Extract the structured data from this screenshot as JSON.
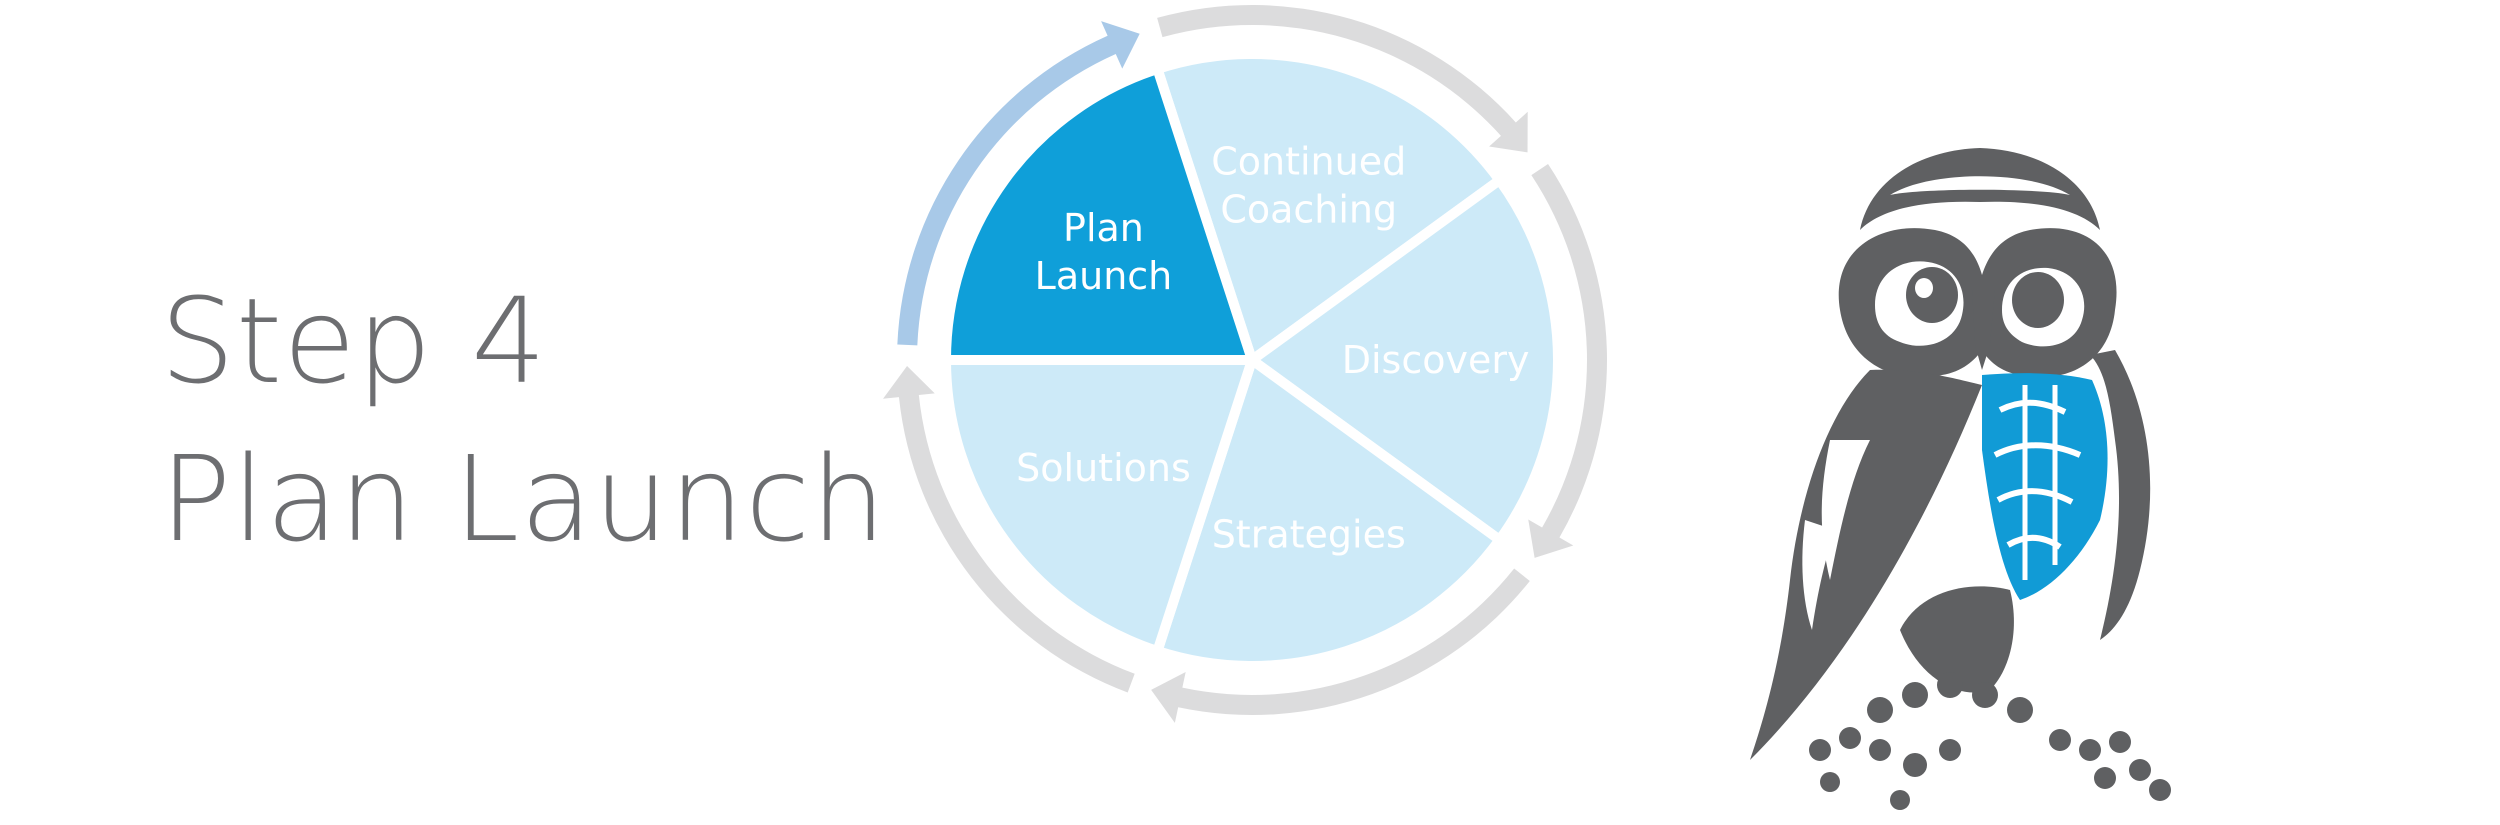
{
  "title": {
    "line1": "Step 4",
    "line2": "Plan Launch"
  },
  "cycle": {
    "segments": [
      {
        "name": "Continued Coaching",
        "lines": [
          "Continued",
          "Coaching"
        ],
        "active": false
      },
      {
        "name": "Discovery",
        "lines": [
          "Discovery"
        ],
        "active": false
      },
      {
        "name": "Strategies",
        "lines": [
          "Strategies"
        ],
        "active": false
      },
      {
        "name": "Solutions",
        "lines": [
          "Solutions"
        ],
        "active": false
      },
      {
        "name": "Plan Launch",
        "lines": [
          "Plan",
          "Launch"
        ],
        "active": true
      }
    ],
    "colors": {
      "segment": "#cdeaf8",
      "active_segment": "#0f9fd9",
      "arrow": "#dcdcdd",
      "active_arrow": "#a8c9e8",
      "label": "#ffffff"
    }
  },
  "owl": {
    "icon": "owl-icon",
    "colors": {
      "body": "#5f6062",
      "accent": "#119bd6"
    }
  }
}
